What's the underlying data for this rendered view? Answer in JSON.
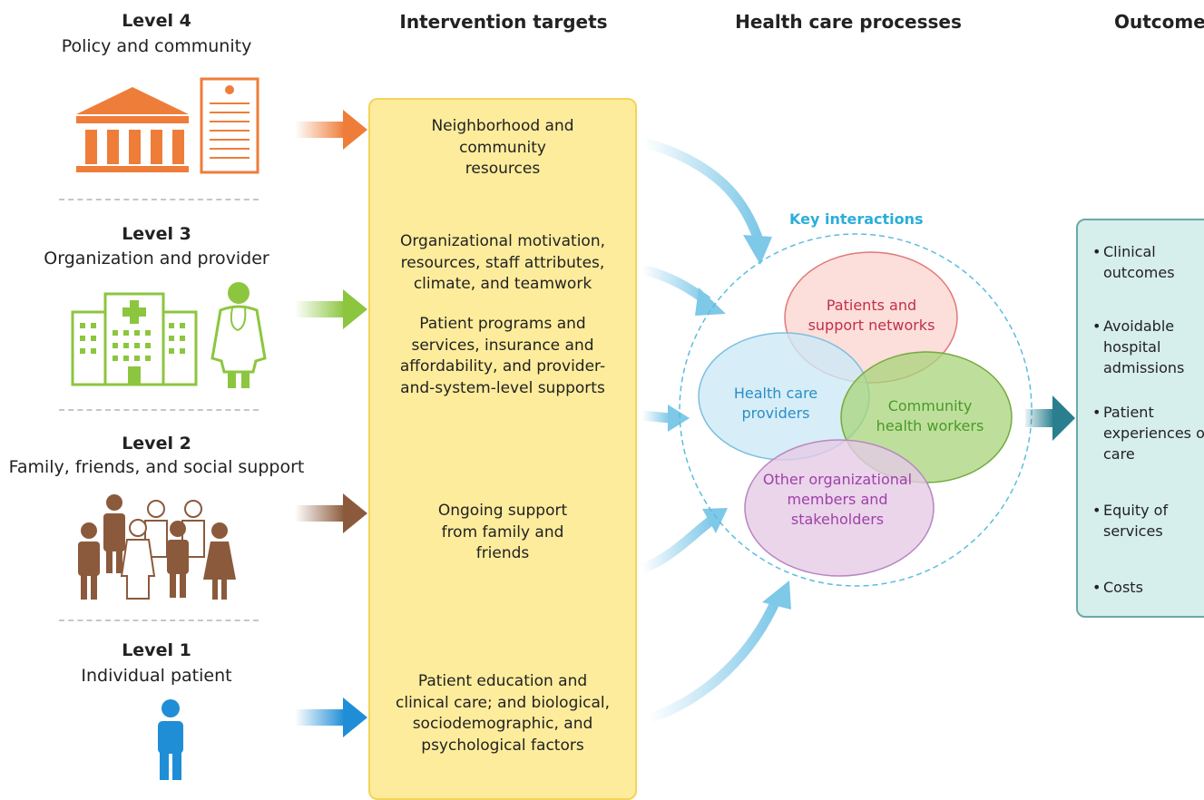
{
  "columns": {
    "intervention_targets": "Intervention targets",
    "health_care_processes": "Health care processes",
    "outcomes": "Outcomes"
  },
  "levels": [
    {
      "title": "Level 4",
      "subtitle": "Policy and community",
      "arrow_color": "#ee7d3a"
    },
    {
      "title": "Level 3",
      "subtitle": "Organization and provider",
      "arrow_color": "#8cc63f"
    },
    {
      "title": "Level 2",
      "subtitle": "Family, friends, and social support",
      "arrow_color": "#8b5a3c"
    },
    {
      "title": "Level 1",
      "subtitle": "Individual patient",
      "arrow_color": "#1f8ed6"
    }
  ],
  "intervention_targets": [
    "Neighborhood and community resources",
    "Organizational motivation, resources, staff attributes, climate, and teamwork",
    "Patient programs and services, insurance and affordability, and provider-and-system-level supports",
    "Ongoing support from family and friends",
    "Patient education and clinical care; and biological, sociodemographic, and psychological factors"
  ],
  "key_interactions": {
    "label": "Key interactions",
    "groups": [
      {
        "name": "Patients and support networks",
        "color": "#c0304a"
      },
      {
        "name": "Health care providers",
        "color": "#2a8fc4"
      },
      {
        "name": "Community health workers",
        "color": "#4a9a28"
      },
      {
        "name": "Other organizational members and stakeholders",
        "color": "#a040a8"
      }
    ]
  },
  "outcomes": [
    "Clinical outcomes",
    "Avoidable hospital admissions",
    "Patient experiences of care",
    "Equity of services",
    "Costs"
  ],
  "icons": [
    "government-building-icon",
    "policy-document-icon",
    "hospital-icon",
    "doctor-icon",
    "family-group-icon",
    "patient-person-icon"
  ],
  "colors": {
    "target_box": "#fdec9c",
    "outcomes_box": "#d6eeec",
    "interaction_arrows": "#7ec8e8",
    "outcome_arrow": "#2a7f8f"
  }
}
